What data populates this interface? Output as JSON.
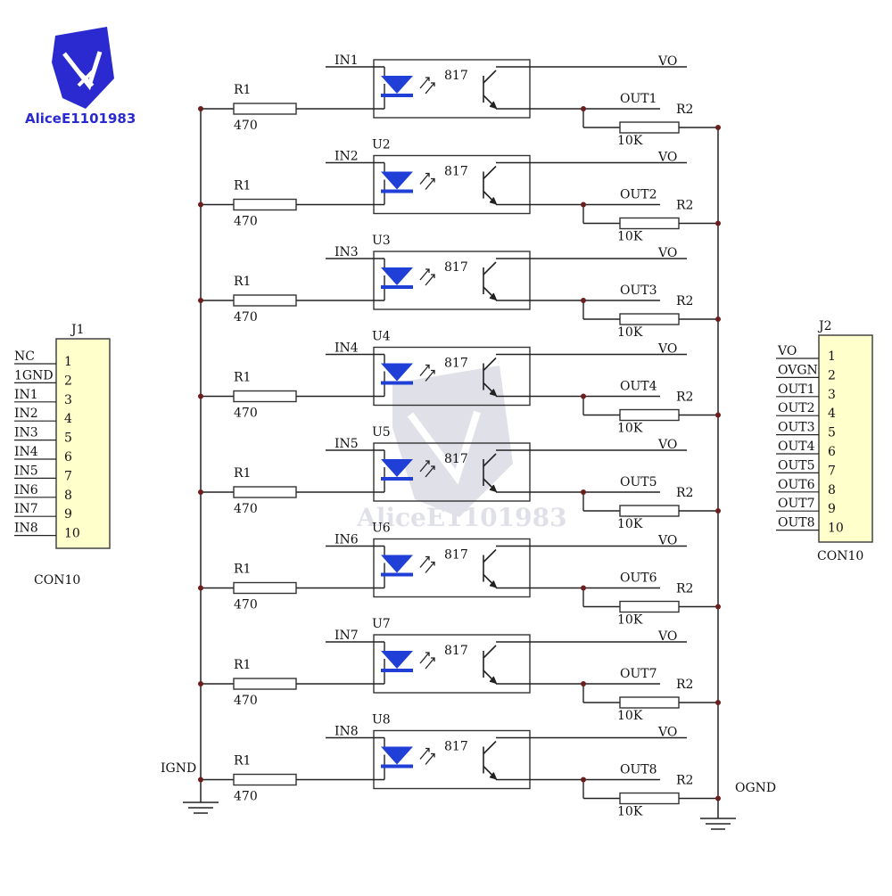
{
  "colors": {
    "background": "#ffffff",
    "connector_fill": "#ffffcc",
    "wire": "#222222",
    "junction": "#6b1e1e",
    "diode": "#1f3fd6",
    "logo_blue": "#2a2ad0",
    "logo_red": "#e03030",
    "watermark": "#c8c8d8"
  },
  "logo": {
    "text": "AliceE1101983",
    "icon": "compass-arrow-icon"
  },
  "watermark": {
    "text": "AliceE1101983",
    "icon": "compass-arrow-icon"
  },
  "j1": {
    "ref": "J1",
    "part": "CON10",
    "pins": [
      "1",
      "2",
      "3",
      "4",
      "5",
      "6",
      "7",
      "8",
      "9",
      "10"
    ],
    "nets": [
      "NC",
      "1GND",
      "IN1",
      "IN2",
      "IN3",
      "IN4",
      "IN5",
      "IN6",
      "IN7",
      "IN8"
    ]
  },
  "j2": {
    "ref": "J2",
    "part": "CON10",
    "pins": [
      "1",
      "2",
      "3",
      "4",
      "5",
      "6",
      "7",
      "8",
      "9",
      "10"
    ],
    "nets": [
      "VO",
      "OVGN",
      "OUT1",
      "OUT2",
      "OUT3",
      "OUT4",
      "OUT5",
      "OUT6",
      "OUT7",
      "OUT8"
    ]
  },
  "channels": [
    {
      "unit": "",
      "in": "IN1",
      "r1": "R1",
      "r1_value": "470",
      "opto": "817",
      "vo": "VO",
      "out": "OUT1",
      "r2": "R2",
      "r2_value": "10K"
    },
    {
      "unit": "U2",
      "in": "IN2",
      "r1": "R1",
      "r1_value": "470",
      "opto": "817",
      "vo": "VO",
      "out": "OUT2",
      "r2": "R2",
      "r2_value": "10K"
    },
    {
      "unit": "U3",
      "in": "IN3",
      "r1": "R1",
      "r1_value": "470",
      "opto": "817",
      "vo": "VO",
      "out": "OUT3",
      "r2": "R2",
      "r2_value": "10K"
    },
    {
      "unit": "U4",
      "in": "IN4",
      "r1": "R1",
      "r1_value": "470",
      "opto": "817",
      "vo": "VO",
      "out": "OUT4",
      "r2": "R2",
      "r2_value": "10K"
    },
    {
      "unit": "U5",
      "in": "IN5",
      "r1": "R1",
      "r1_value": "470",
      "opto": "817",
      "vo": "VO",
      "out": "OUT5",
      "r2": "R2",
      "r2_value": "10K"
    },
    {
      "unit": "U6",
      "in": "IN6",
      "r1": "R1",
      "r1_value": "470",
      "opto": "817",
      "vo": "VO",
      "out": "OUT6",
      "r2": "R2",
      "r2_value": "10K"
    },
    {
      "unit": "U7",
      "in": "IN7",
      "r1": "R1",
      "r1_value": "470",
      "opto": "817",
      "vo": "VO",
      "out": "OUT7",
      "r2": "R2",
      "r2_value": "10K"
    },
    {
      "unit": "U8",
      "in": "IN8",
      "r1": "R1",
      "r1_value": "470",
      "opto": "817",
      "vo": "VO",
      "out": "OUT8",
      "r2": "R2",
      "r2_value": "10K"
    }
  ],
  "ground": {
    "input": "IGND",
    "output": "OGND"
  }
}
